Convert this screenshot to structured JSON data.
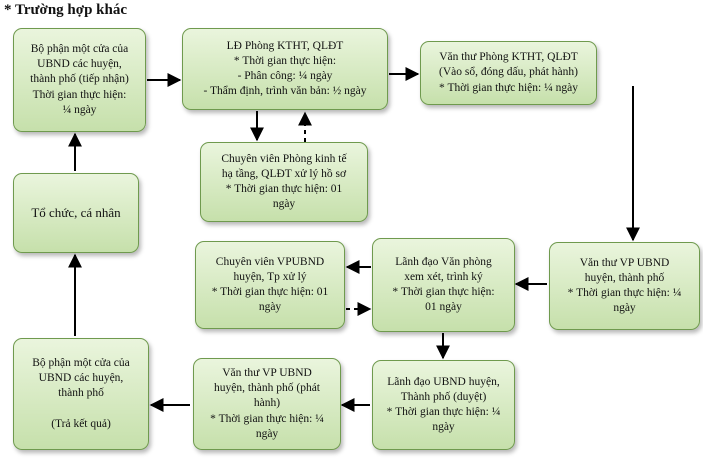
{
  "heading": "* Trường hợp khác",
  "nodes": {
    "b1": [
      "Bộ phận một cửa của",
      "UBND các huyện,",
      "thành phố (tiếp nhận)",
      "Thời gian thực hiện:",
      "¼ ngày"
    ],
    "b2": [
      "LĐ Phòng KTHT, QLĐT",
      "* Thời gian thực hiện:",
      "- Phân công: ¼ ngày",
      "- Thẩm định, trình văn bản: ½ ngày"
    ],
    "b3": [
      "Văn thư Phòng KTHT, QLĐT",
      "(Vào sổ, đóng dấu, phát hành)",
      "* Thời gian thực hiện: ¼ ngày"
    ],
    "b4": [
      "Chuyên viên Phòng kinh tế",
      "hạ tầng, QLĐT xử lý hồ sơ",
      "* Thời gian thực hiện: 01",
      "ngày"
    ],
    "b5": [
      "Tổ chức, cá nhân"
    ],
    "b6": [
      "Văn thư VP UBND",
      "huyện, thành phố",
      "* Thời gian thực hiện: ¼",
      "ngày"
    ],
    "b7": [
      "Lãnh đạo Văn phòng",
      "xem xét, trình ký",
      "* Thời gian thực hiện:",
      "01 ngày"
    ],
    "b8": [
      "Chuyên viên VPUBND",
      "huyện, Tp xử lý",
      "* Thời gian thực hiện: 01",
      "ngày"
    ],
    "b9": [
      "Lãnh đạo UBND huyện,",
      "Thành phố (duyệt)",
      "* Thời gian thực hiện: ¼",
      "ngày"
    ],
    "b10": [
      "Văn thư VP UBND",
      "huyện, thành phố (phát",
      "hành)",
      "* Thời gian thực hiện: ¼",
      "ngày"
    ],
    "b11": [
      "Bộ phận một cửa của",
      "UBND các huyện,",
      "thành phố",
      "",
      "(Trả kết quả)"
    ]
  }
}
